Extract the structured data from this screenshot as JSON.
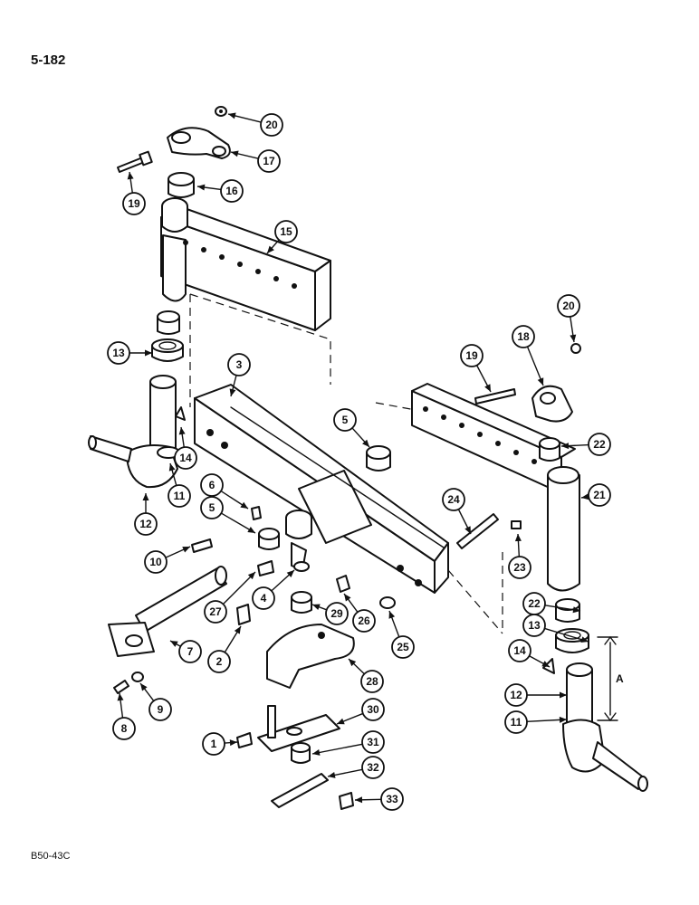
{
  "page": {
    "number": "5-182",
    "code": "B50-43C"
  },
  "dimension_label": "A",
  "callouts": [
    {
      "label": "20"
    },
    {
      "label": "17"
    },
    {
      "label": "19"
    },
    {
      "label": "16"
    },
    {
      "label": "15"
    },
    {
      "label": "13"
    },
    {
      "label": "3"
    },
    {
      "label": "14"
    },
    {
      "label": "11"
    },
    {
      "label": "12"
    },
    {
      "label": "5"
    },
    {
      "label": "6"
    },
    {
      "label": "5"
    },
    {
      "label": "10"
    },
    {
      "label": "27"
    },
    {
      "label": "4"
    },
    {
      "label": "29"
    },
    {
      "label": "26"
    },
    {
      "label": "2"
    },
    {
      "label": "7"
    },
    {
      "label": "25"
    },
    {
      "label": "28"
    },
    {
      "label": "9"
    },
    {
      "label": "8"
    },
    {
      "label": "30"
    },
    {
      "label": "1"
    },
    {
      "label": "31"
    },
    {
      "label": "32"
    },
    {
      "label": "33"
    },
    {
      "label": "20"
    },
    {
      "label": "18"
    },
    {
      "label": "19"
    },
    {
      "label": "22"
    },
    {
      "label": "21"
    },
    {
      "label": "24"
    },
    {
      "label": "23"
    },
    {
      "label": "22"
    },
    {
      "label": "13"
    },
    {
      "label": "14"
    },
    {
      "label": "12"
    },
    {
      "label": "11"
    }
  ]
}
